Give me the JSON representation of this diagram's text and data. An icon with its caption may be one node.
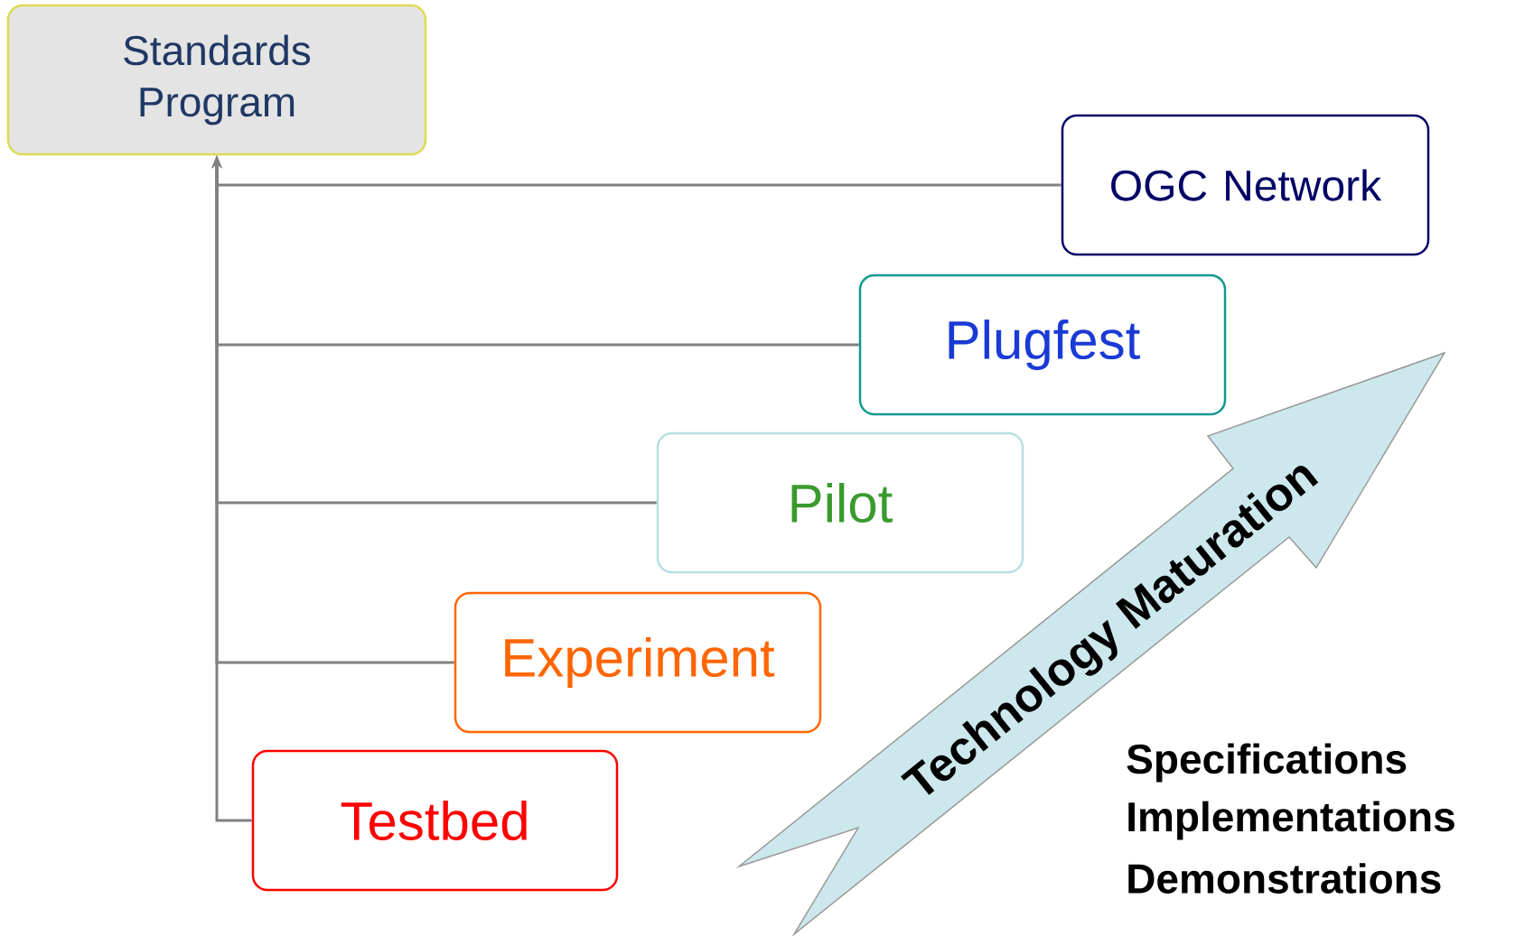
{
  "diagram": {
    "nodes": [
      {
        "text": [
          "Standards Program"
        ]
      },
      {
        "text": [
          "OGC Network"
        ]
      },
      {
        "text": [
          "Plugfest"
        ]
      },
      {
        "text": [
          "Pilot"
        ]
      },
      {
        "text": [
          "Experiment"
        ]
      },
      {
        "text": [
          "Testbed"
        ]
      }
    ],
    "edges": [
      {
        "from": 1,
        "to": 0,
        "arrow": "to"
      },
      {
        "from": 2,
        "to": 0,
        "arrow": "to"
      },
      {
        "from": 3,
        "to": 0,
        "arrow": "to"
      },
      {
        "from": 4,
        "to": 0,
        "arrow": "to"
      },
      {
        "from": 5,
        "to": 0,
        "arrow": "to"
      }
    ],
    "labels": [
      "Technology Maturation",
      "Specifications",
      "Implementations",
      "Demonstrations"
    ]
  }
}
